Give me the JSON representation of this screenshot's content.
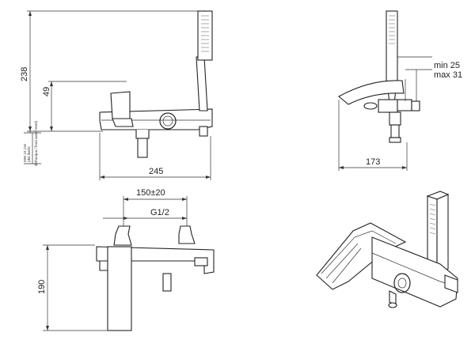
{
  "drawing": {
    "front": {
      "dim_total_height": "238",
      "dim_inlet_height": "49",
      "dim_width": "245",
      "min_note_line1": "MIN 15 CM",
      "min_note_line2": "(dal livello",
      "min_note_line3": "dell'acqua / from water level)"
    },
    "side": {
      "dim_min": "min 25",
      "dim_max": "max 31",
      "dim_depth": "173"
    },
    "top": {
      "dim_centers": "150±20",
      "dim_thread": "G1/2",
      "dim_height": "190"
    }
  }
}
